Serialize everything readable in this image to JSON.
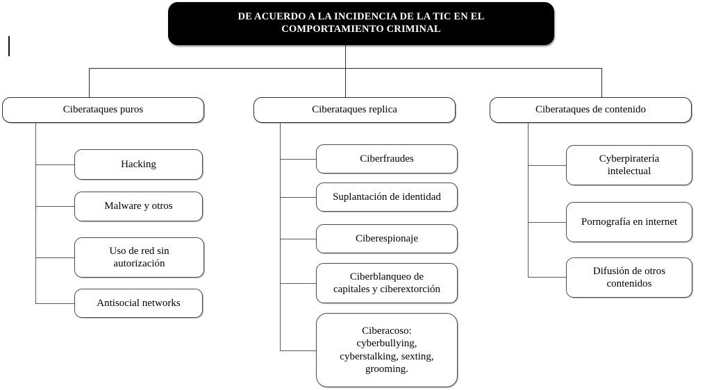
{
  "diagram": {
    "title_node": {
      "label": "DE ACUERDO A LA INCIDENCIA DE LA TIC EN EL\nCOMPORTAMIENTO CRIMINAL"
    },
    "branches": [
      {
        "label": "Ciberataques puros",
        "children": [
          {
            "label": "Hacking"
          },
          {
            "label": "Malware y otros"
          },
          {
            "label": "Uso de red sin\nautorización"
          },
          {
            "label": "Antisocial networks"
          }
        ]
      },
      {
        "label": "Ciberataques replica",
        "children": [
          {
            "label": "Ciberfraudes"
          },
          {
            "label": "Suplantación de identidad"
          },
          {
            "label": "Ciberespionaje"
          },
          {
            "label": "Ciberblanqueo de\ncapitales y ciberextorción"
          },
          {
            "label": "Ciberacoso:\ncyberbullying,\ncyberstalking, sexting,\ngrooming."
          }
        ]
      },
      {
        "label": "Ciberataques de contenido",
        "children": [
          {
            "label": "Cyberpiratería\nintelectual"
          },
          {
            "label": "Pornografía en internet"
          },
          {
            "label": "Difusión de otros\ncontenidos"
          }
        ]
      }
    ],
    "colors": {
      "root_background": "#000000",
      "root_text": "#ffffff",
      "node_background": "#ffffff",
      "node_border": "#3a3a3a",
      "connector": "#5a5a5a",
      "page_background": "#ffffff"
    }
  }
}
